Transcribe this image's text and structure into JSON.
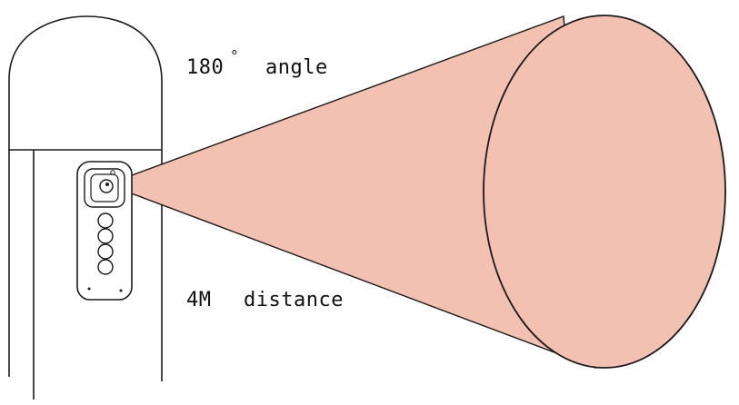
{
  "labels": {
    "angle_value": "180",
    "angle_degree_symbol": "°",
    "angle_word": "angle",
    "distance_value": "4M",
    "distance_word": "distance"
  },
  "colors": {
    "line": "#1a1a1a",
    "cone_fill": "#f2c1b1",
    "background": "#ffffff"
  }
}
